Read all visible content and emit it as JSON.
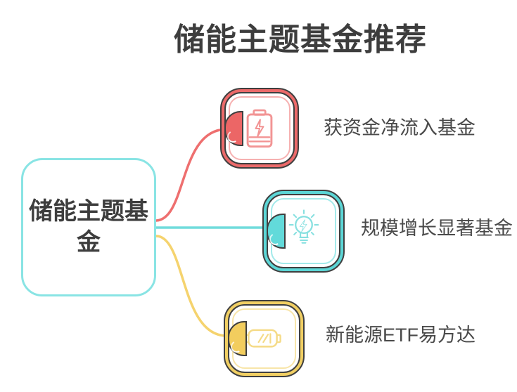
{
  "title": "储能主题基金推荐",
  "center_node": {
    "label": "储能主题基金"
  },
  "branches": [
    {
      "label": "获资金净流入基金",
      "icon": "battery-charging-icon",
      "color": "#ec6a6a"
    },
    {
      "label": "规模增长显著基金",
      "icon": "lightbulb-flash-icon",
      "color": "#5cd6d6"
    },
    {
      "label": "新能源ETF易方达",
      "icon": "battery-horizontal-icon",
      "color": "#f1cf63"
    }
  ],
  "colors": {
    "background": "#ffffff",
    "title_text": "#3d3d3d",
    "label_text": "#4a4a4a",
    "outline_ink": "#3f3f3f",
    "center_border": "#89e4e4",
    "red_accent": "#ec6a6a",
    "teal_accent": "#5cd6d6",
    "yellow_accent": "#f1cf63"
  }
}
